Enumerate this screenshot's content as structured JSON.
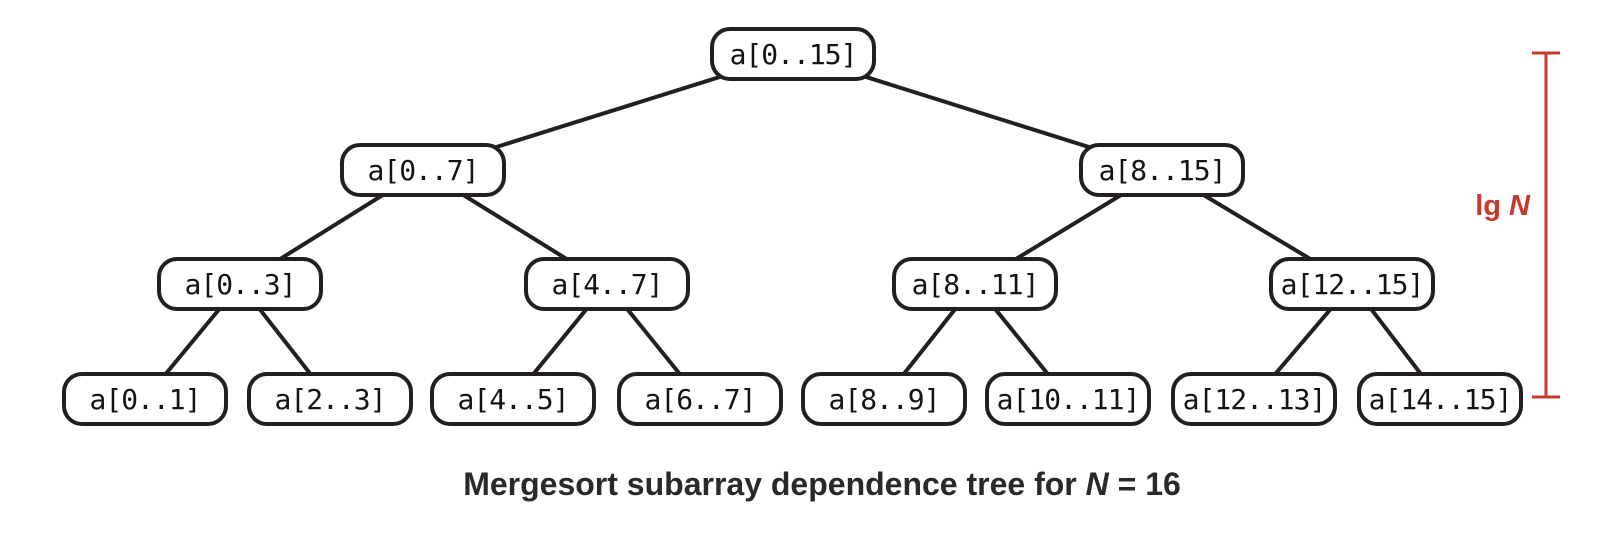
{
  "figure": {
    "type": "binary-tree-diagram",
    "caption": {
      "prefix": "Mergesort subarray dependence tree for ",
      "var": "N",
      "suffix": " = 16"
    },
    "depth_label": {
      "prefix": "lg ",
      "var": "N"
    },
    "colors": {
      "node_border": "#231f20",
      "edge_line": "#231f20",
      "node_text": "#151213",
      "caption_text": "#2b2828",
      "accent_red": "#c6392b"
    },
    "tree": {
      "nodes": [
        "a[0..15]",
        "a[0..7]",
        "a[8..15]",
        "a[0..3]",
        "a[4..7]",
        "a[8..11]",
        "a[12..15]",
        "a[0..1]",
        "a[2..3]",
        "a[4..5]",
        "a[6..7]",
        "a[8..9]",
        "a[10..11]",
        "a[12..13]",
        "a[14..15]"
      ],
      "edges": [
        [
          "a[0..15]",
          "a[0..7]"
        ],
        [
          "a[0..15]",
          "a[8..15]"
        ],
        [
          "a[0..7]",
          "a[0..3]"
        ],
        [
          "a[0..7]",
          "a[4..7]"
        ],
        [
          "a[8..15]",
          "a[8..11]"
        ],
        [
          "a[8..15]",
          "a[12..15]"
        ],
        [
          "a[0..3]",
          "a[0..1]"
        ],
        [
          "a[0..3]",
          "a[2..3]"
        ],
        [
          "a[4..7]",
          "a[4..5]"
        ],
        [
          "a[4..7]",
          "a[6..7]"
        ],
        [
          "a[8..11]",
          "a[8..9]"
        ],
        [
          "a[8..11]",
          "a[10..11]"
        ],
        [
          "a[12..15]",
          "a[12..13]"
        ],
        [
          "a[12..15]",
          "a[14..15]"
        ]
      ]
    }
  }
}
